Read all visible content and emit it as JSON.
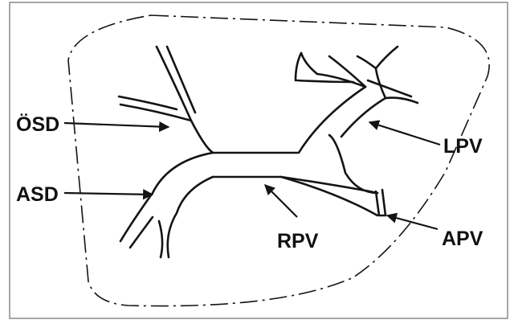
{
  "labels": {
    "osd": "ÖSD",
    "asd": "ASD",
    "rpv": "RPV",
    "lpv": "LPV",
    "apv": "APV"
  },
  "colors": {
    "line": "#141414",
    "frame": "#8a8a8a",
    "background": "#ffffff"
  }
}
